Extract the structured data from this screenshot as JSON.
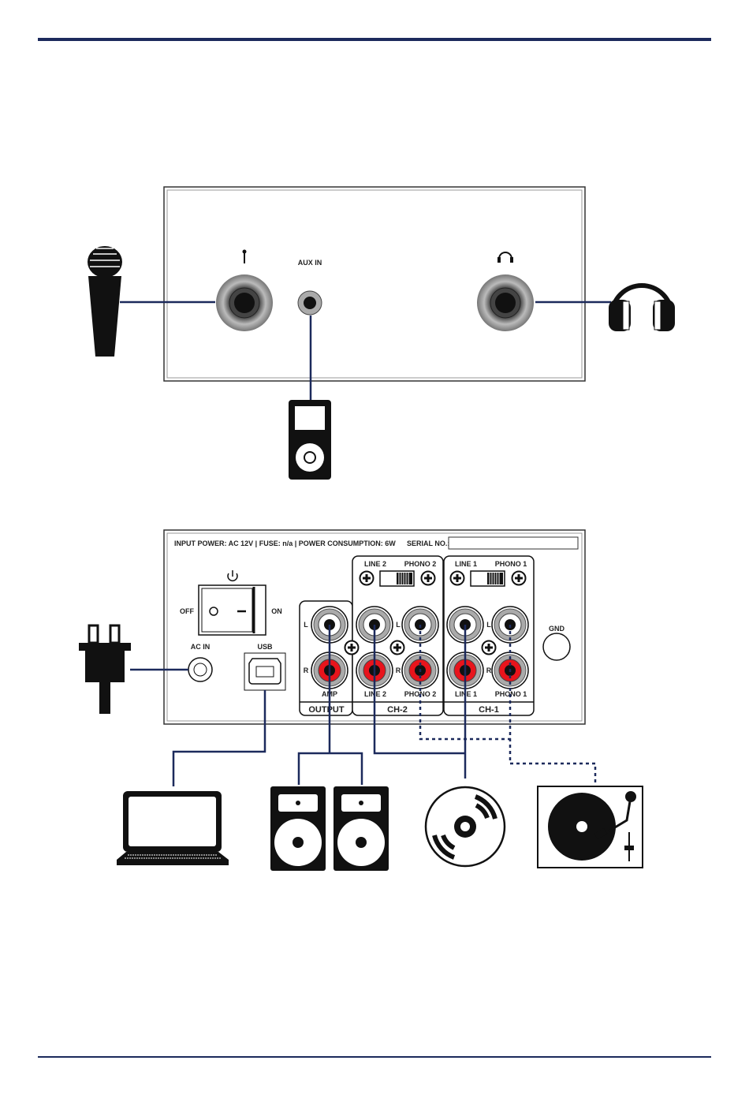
{
  "colors": {
    "rule": "#1c2a5c",
    "cable": "#1c2a5c",
    "jack_red": "#e8141c",
    "jack_grey": "#999999"
  },
  "front": {
    "aux_in": "AUX IN",
    "icons": [
      "microphone-icon",
      "headphones-icon",
      "mp3-player-icon"
    ]
  },
  "rear": {
    "spec": "INPUT POWER: AC 12V | FUSE: n/a | POWER CONSUMPTION: 6W",
    "serial": "SERIAL NO.:",
    "off": "OFF",
    "on": "ON",
    "ac_in": "AC IN",
    "usb": "USB",
    "gnd": "GND",
    "l": "L",
    "r": "R",
    "amp": "AMP",
    "output": "OUTPUT",
    "line2": "LINE 2",
    "phono2": "PHONO 2",
    "ch2": "CH-2",
    "line1": "LINE 1",
    "phono1": "PHONO 1",
    "ch1": "CH-1",
    "devices": [
      "power-plug-icon",
      "laptop-icon",
      "speakers-icon",
      "cd-icon",
      "turntable-icon"
    ]
  }
}
